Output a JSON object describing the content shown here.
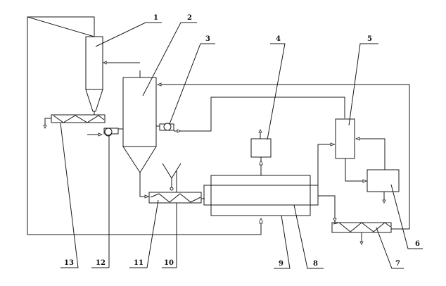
{
  "figure": {
    "type": "process-flow-diagram",
    "line_color": "#1a1a1a",
    "background": "#ffffff"
  },
  "labels": {
    "l1": "1",
    "l2": "2",
    "l3": "3",
    "l4": "4",
    "l5": "5",
    "l6": "6",
    "l7": "7",
    "l8": "8",
    "l9": "9",
    "l10": "10",
    "l11": "11",
    "l12": "12",
    "l13": "13"
  },
  "components": [
    {
      "id": "1",
      "kind": "silo-hopper"
    },
    {
      "id": "2",
      "kind": "cyclone-tower"
    },
    {
      "id": "3",
      "kind": "fan"
    },
    {
      "id": "4",
      "kind": "vessel"
    },
    {
      "id": "5",
      "kind": "column"
    },
    {
      "id": "6",
      "kind": "tank"
    },
    {
      "id": "7",
      "kind": "screw-conveyor"
    },
    {
      "id": "8",
      "kind": "rotary-drum-inner"
    },
    {
      "id": "9",
      "kind": "rotary-drum-outer"
    },
    {
      "id": "10",
      "kind": "feed-hopper"
    },
    {
      "id": "11",
      "kind": "screw-conveyor"
    },
    {
      "id": "12",
      "kind": "fan"
    },
    {
      "id": "13",
      "kind": "screw-conveyor"
    }
  ]
}
